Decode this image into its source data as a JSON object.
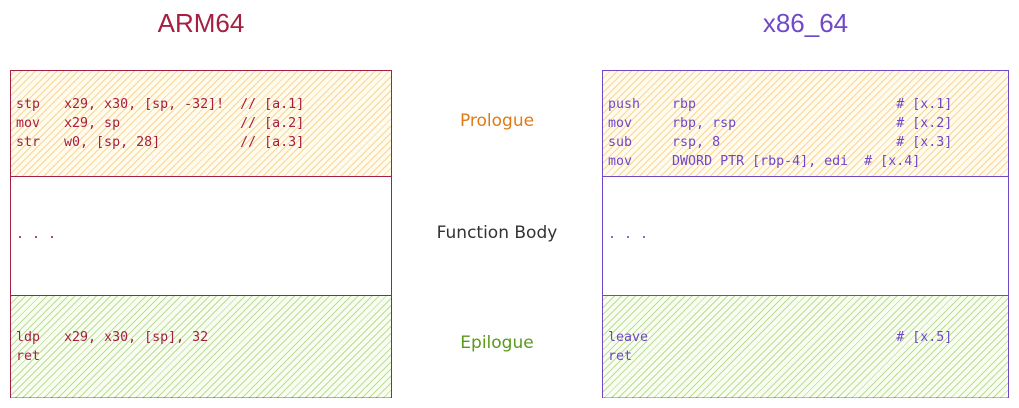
{
  "colors": {
    "arm": "#a52042",
    "x86": "#7048c8",
    "prologue_label": "#e07a16",
    "body_label": "#333333",
    "epilogue_label": "#5a9a1a",
    "prologue_fill": "#f6b245",
    "epilogue_fill": "#8cc850"
  },
  "arm": {
    "title": "ARM64",
    "prologue": "stp   x29, x30, [sp, -32]!  // [a.1]\nmov   x29, sp               // [a.2]\nstr   w0, [sp, 28]          // [a.3]",
    "body": ". . .",
    "epilogue": "ldp   x29, x30, [sp], 32\nret"
  },
  "x86": {
    "title": "x86_64",
    "prologue": "push    rbp                         # [x.1]\nmov     rbp, rsp                    # [x.2]\nsub     rsp, 8                      # [x.3]\nmov     DWORD PTR [rbp-4], edi  # [x.4]",
    "body": ". . .",
    "epilogue": "leave                               # [x.5]\nret"
  },
  "labels": {
    "prologue": "Prologue",
    "body": "Function Body",
    "epilogue": "Epilogue"
  }
}
